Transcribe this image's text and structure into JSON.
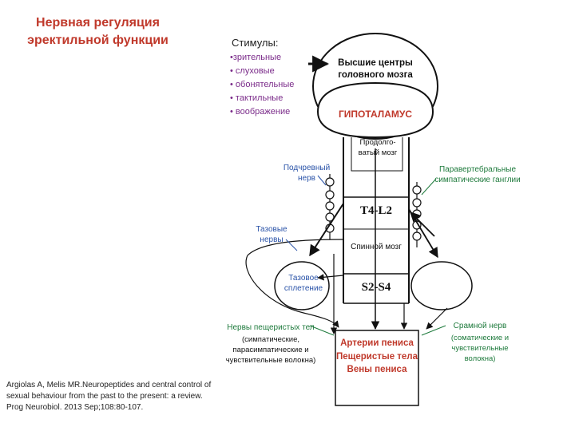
{
  "title": "Нервная регуляция эректильной функции",
  "stimuli": {
    "title": "Стимулы:",
    "items": [
      "•зрительные",
      "• слуховые",
      "• обонятельные",
      "• тактильные",
      "• воображение"
    ]
  },
  "brain": {
    "higher_centers": "Высшие центры головного мозга",
    "hypothalamus": "ГИПОТАЛАМУС",
    "medulla": "Продолго- ватый мозг"
  },
  "spinal_cord": {
    "segment_upper": "T4-L2",
    "label": "Спинной мозг",
    "segment_lower": "S2-S4"
  },
  "labels": {
    "hypogastric_nerve": "Подчревный нерв",
    "paravertebral_ganglia": "Паравертебральные симпатические ганглии",
    "pelvic_nerves": "Тазовые нервы",
    "pelvic_plexus": "Тазовое сплетение",
    "cavernous_nerves_title": "Нервы пещеристых тел",
    "cavernous_nerves_detail": "(симпатические, парасимпатические и чувствительные волокна)",
    "pudendal_nerve_title": "Срамной нерв",
    "pudendal_nerve_detail": "(соматические и чувствительные волокна)"
  },
  "target_organ": [
    "Артерии пениса",
    "Пещеристые тела",
    "Вены пениса"
  ],
  "citation": "Argiolas A, Melis MR.Neuropeptides and central control of sexual behaviour from the past to the present: a review. Prog Neurobiol. 2013 Sep;108:80-107.",
  "colors": {
    "title": "#c0392b",
    "stimuli": "#7b2c8a",
    "blue_labels": "#2a53a8",
    "green_labels": "#1e7a3c"
  }
}
